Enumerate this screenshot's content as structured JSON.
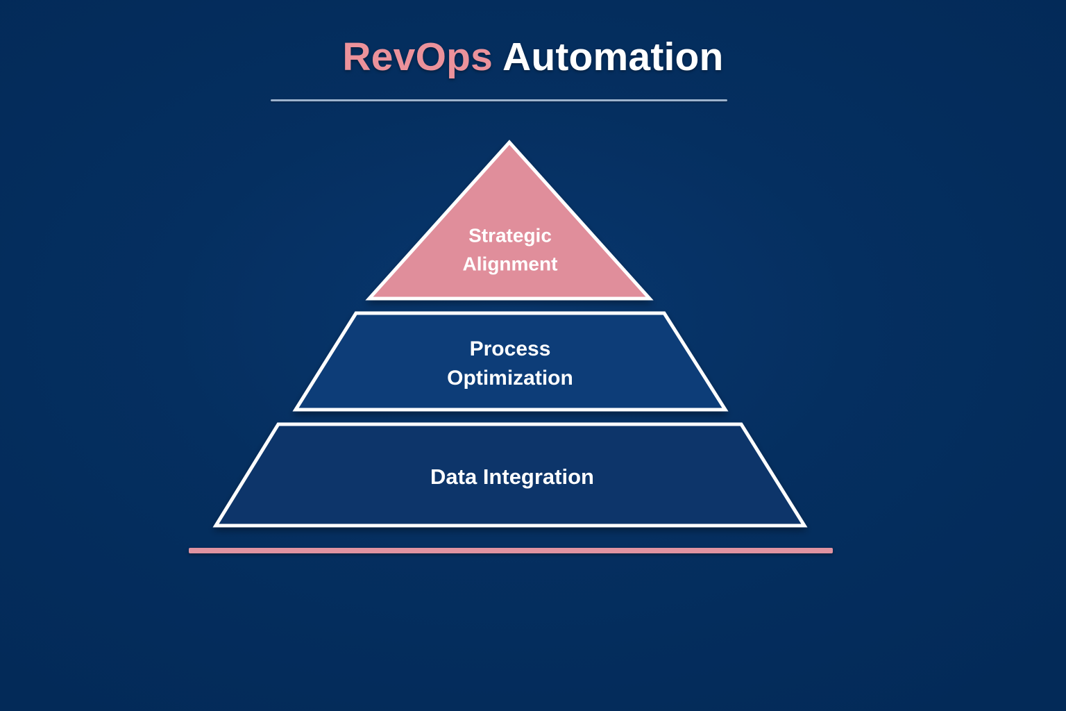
{
  "slide": {
    "background_color": "#042d5e",
    "title": {
      "accent_word": "RevOps",
      "main_word": " Automation",
      "accent_color": "#ec929b",
      "main_color": "#ffffff"
    }
  },
  "pyramid": {
    "tiers": [
      {
        "id": "strategic-alignment",
        "label_line1": "Strategic",
        "label_line2": "Alignment",
        "fill_color": "#e08e9b",
        "border_color": "#ffffff",
        "level": 1,
        "shape": "triangle"
      },
      {
        "id": "process-optimization",
        "label_line1": "Process",
        "label_line2": "Optimization",
        "fill_color": "#0b3c78",
        "border_color": "#ffffff",
        "level": 2,
        "shape": "trapezoid"
      },
      {
        "id": "data-integration",
        "label_line1": "Data Integration",
        "label_line2": "",
        "fill_color": "#07356b",
        "border_color": "#ffffff",
        "level": 3,
        "shape": "trapezoid"
      }
    ]
  },
  "accents": {
    "title_rule_color": "#9db3cd",
    "baseline_color": "#e093a1"
  }
}
